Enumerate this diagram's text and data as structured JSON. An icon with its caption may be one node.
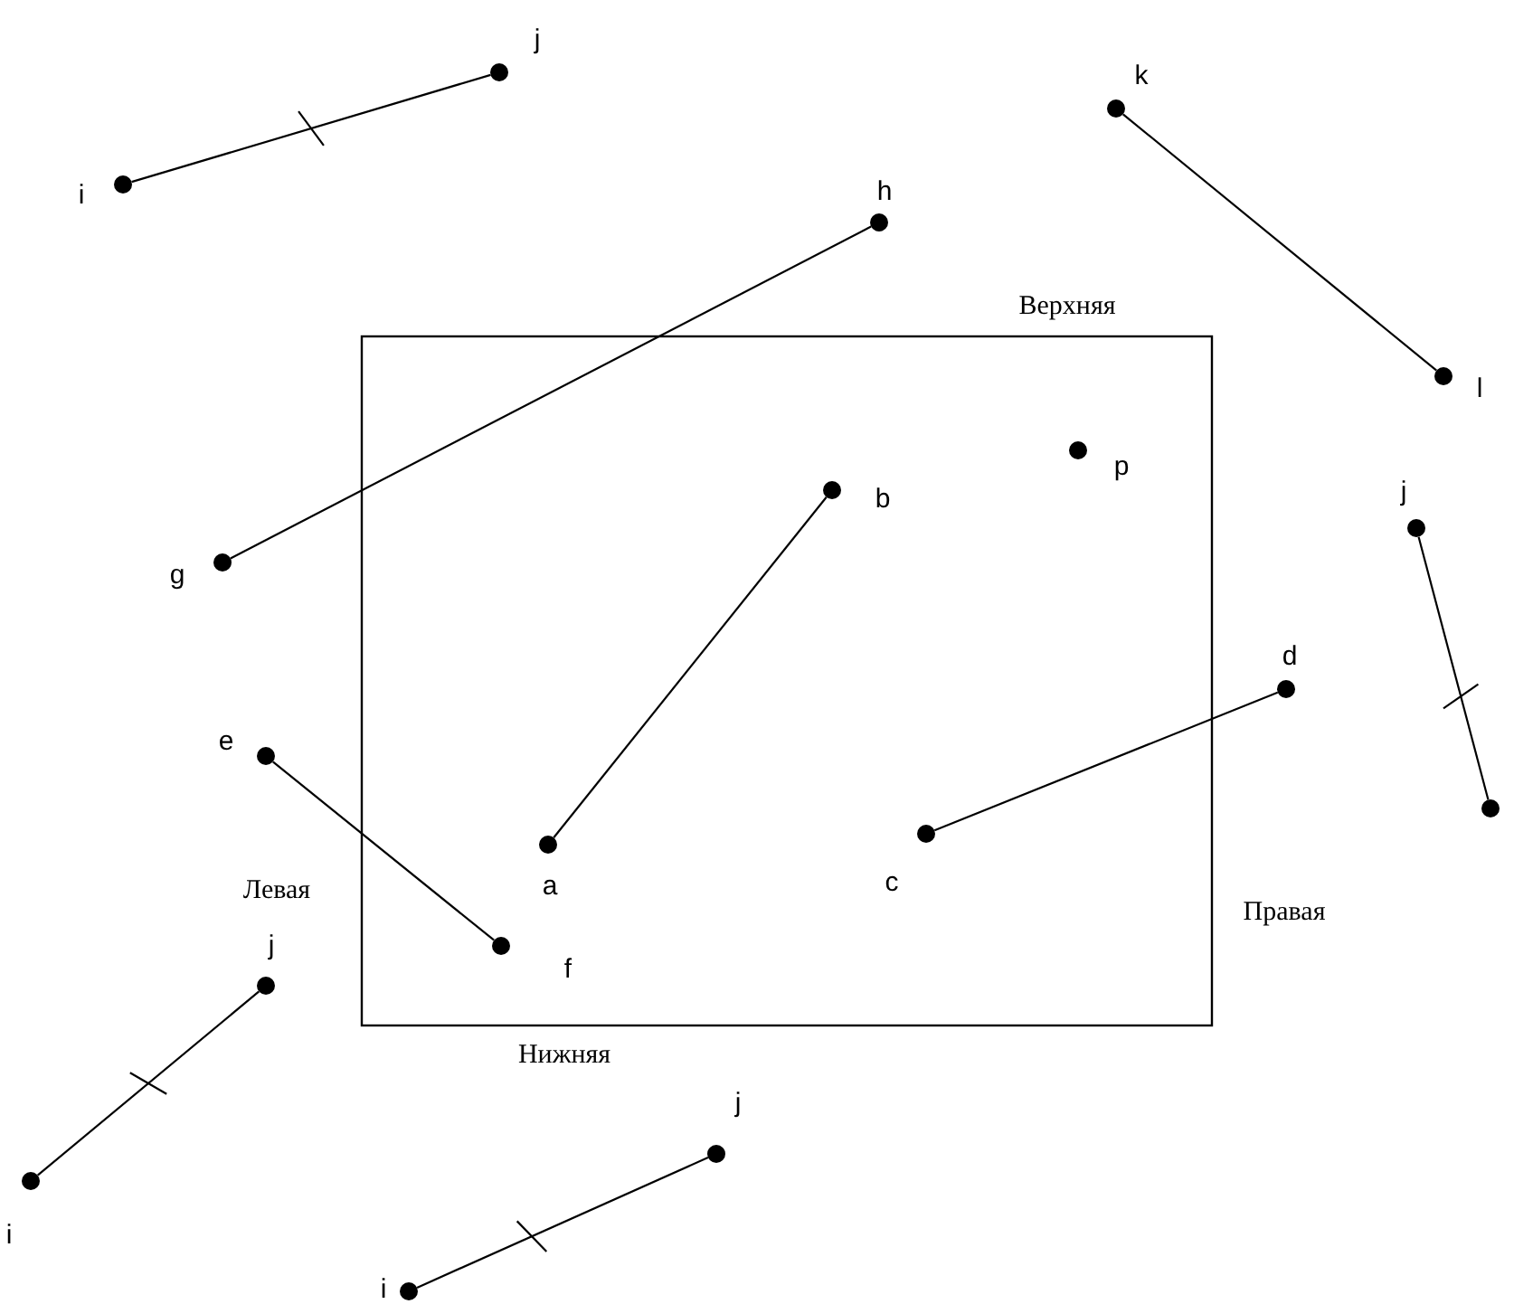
{
  "diagram": {
    "nodes": [
      {
        "text": [
          "j"
        ]
      },
      {
        "text": [
          "k"
        ]
      },
      {
        "text": [
          "i"
        ]
      },
      {
        "text": [
          "h"
        ]
      },
      {
        "text": [
          "l"
        ]
      },
      {
        "text": [
          "p"
        ]
      },
      {
        "text": [
          "b"
        ]
      },
      {
        "text": [
          "j"
        ]
      },
      {
        "text": [
          "g"
        ]
      },
      {
        "text": [
          "d"
        ]
      },
      {
        "text": [
          "e"
        ]
      },
      {
        "text": [
          "a"
        ]
      },
      {
        "text": [
          "c"
        ]
      },
      {
        "text": [
          "f"
        ]
      },
      {
        "text": [],
        "shape": "circle"
      },
      {
        "text": [
          "j"
        ]
      },
      {
        "text": [
          "i"
        ]
      },
      {
        "text": [
          "j"
        ]
      },
      {
        "text": [
          "i"
        ]
      }
    ],
    "edges": [
      {
        "from": 2,
        "to": 0,
        "arrow": "none"
      },
      {
        "from": 1,
        "to": 4,
        "arrow": "none"
      },
      {
        "from": 8,
        "to": 3,
        "arrow": "none"
      },
      {
        "from": 11,
        "to": 6,
        "arrow": "none"
      },
      {
        "from": 7,
        "to": 14,
        "arrow": "none"
      },
      {
        "from": 12,
        "to": 9,
        "arrow": "none"
      },
      {
        "from": 10,
        "to": 13,
        "arrow": "none"
      },
      {
        "from": 16,
        "to": 15,
        "arrow": "none"
      },
      {
        "from": 18,
        "to": 17,
        "arrow": "none"
      }
    ],
    "labels": [
      "Верхняя",
      "Левая",
      "Правая",
      "Нижняя"
    ]
  }
}
